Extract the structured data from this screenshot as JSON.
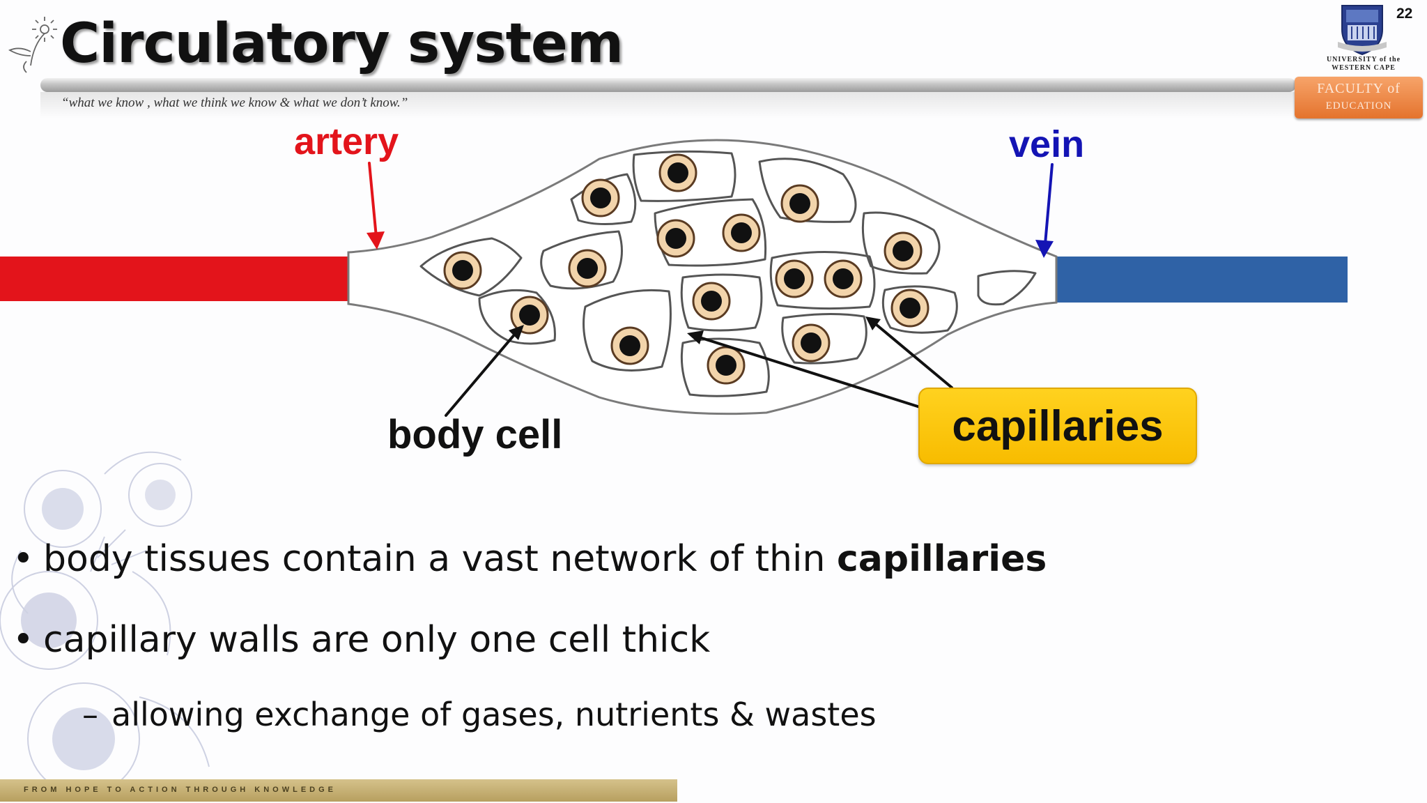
{
  "header": {
    "title": "Circulatory system",
    "subtitle": "“what we know , what we think we know & what we don’t know.”",
    "page_number": "22"
  },
  "branding": {
    "university_line1": "UNIVERSITY of the",
    "university_line2": "WESTERN CAPE",
    "faculty_line1": "FACULTY of",
    "faculty_line2": "EDUCATION",
    "footer_motto": "FROM HOPE TO ACTION THROUGH KNOWLEDGE"
  },
  "diagram": {
    "artery_label": "artery",
    "vein_label": "vein",
    "body_cell_label": "body cell",
    "capillaries_label": "capillaries",
    "colors": {
      "artery": "#e3141b",
      "vein": "#2f62a6",
      "capillaries_box": "#ffc600",
      "cell_fill": "#f2d4ab",
      "nucleus": "#111111"
    }
  },
  "bullets": {
    "b1_text": "body tissues contain a vast network of thin ",
    "b1_bold": "capillaries",
    "b2_text": "capillary walls are only one cell thick",
    "b3_text": "allowing exchange of gases, nutrients & wastes"
  }
}
